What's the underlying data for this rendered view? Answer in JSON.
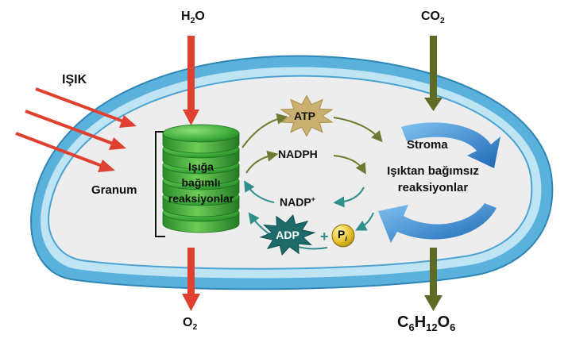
{
  "inputs": {
    "water": {
      "base": "H",
      "sub": "2",
      "tail": "O"
    },
    "light": "IŞIK",
    "co2": {
      "base": "CO",
      "sub": "2"
    }
  },
  "outputs": {
    "oxygen": {
      "base": "O",
      "sub": "2"
    },
    "glucose": {
      "p1": "C",
      "s1": "6",
      "p2": "H",
      "s2": "12",
      "p3": "O",
      "s3": "6"
    }
  },
  "granum": {
    "label": "Granum",
    "reaction_lines": [
      "Işığa",
      "bağımlı",
      "reaksiyonlar"
    ]
  },
  "cycle": {
    "atp": "ATP",
    "nadph": "NADPH",
    "nadp": {
      "base": "NADP",
      "sup": "+"
    },
    "adp": "ADP",
    "plus": "+",
    "pi": {
      "base": "P",
      "sub": "i"
    }
  },
  "stroma": {
    "label": "Stroma",
    "reaction_lines": [
      "Işıktan bağımsız",
      "reaksiyonlar"
    ]
  },
  "colors": {
    "red_arrow": "#e0402f",
    "olive_arrow": "#5f6b25",
    "membrane_outer": "#5ab2dc",
    "membrane_inner": "#bfe4f4",
    "stroma_fill": "#ededed",
    "granum_green": "#3fae3a",
    "atp_star": "#c9b06e",
    "adp_star": "#1d6b6a",
    "cycle_blue": "#2a7fc8",
    "teal_arrow": "#2f8f8a",
    "olive_thin": "#6d7a2f"
  }
}
